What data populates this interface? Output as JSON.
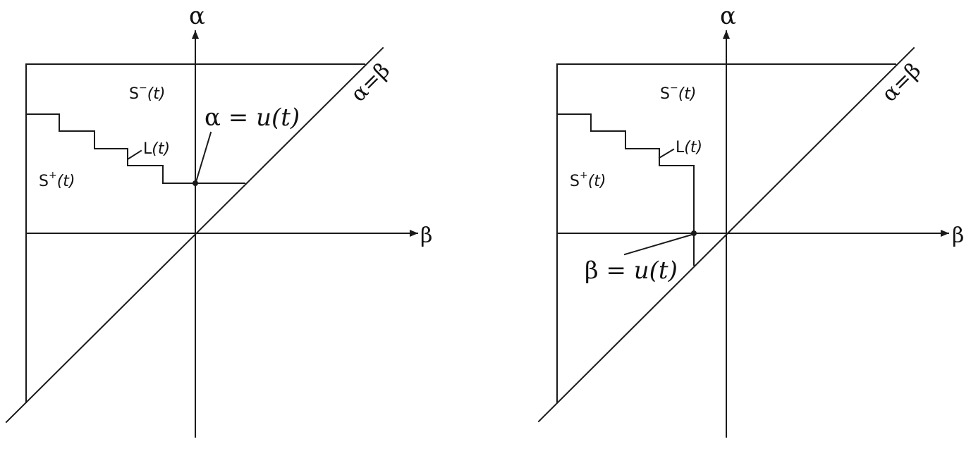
{
  "panels": [
    {
      "y_axis_label": "α",
      "x_axis_label": "β",
      "diagonal_label": "α=β",
      "region_upper": {
        "base": "S",
        "sup": "−",
        "arg": "(t)"
      },
      "region_lower": {
        "base": "S",
        "sup": "+",
        "arg": "(t)"
      },
      "curve_label": {
        "base": "L",
        "arg": "(t)"
      },
      "marker_label": {
        "lhs": "α",
        "op": " = ",
        "fn": "u",
        "arg": "(t)"
      }
    },
    {
      "y_axis_label": "α",
      "x_axis_label": "β",
      "diagonal_label": "α=β",
      "region_upper": {
        "base": "S",
        "sup": "−",
        "arg": "(t)"
      },
      "region_lower": {
        "base": "S",
        "sup": "+",
        "arg": "(t)"
      },
      "curve_label": {
        "base": "L",
        "arg": "(t)"
      },
      "marker_label": {
        "lhs": "β",
        "op": " = ",
        "fn": "u",
        "arg": "(t)"
      }
    }
  ]
}
